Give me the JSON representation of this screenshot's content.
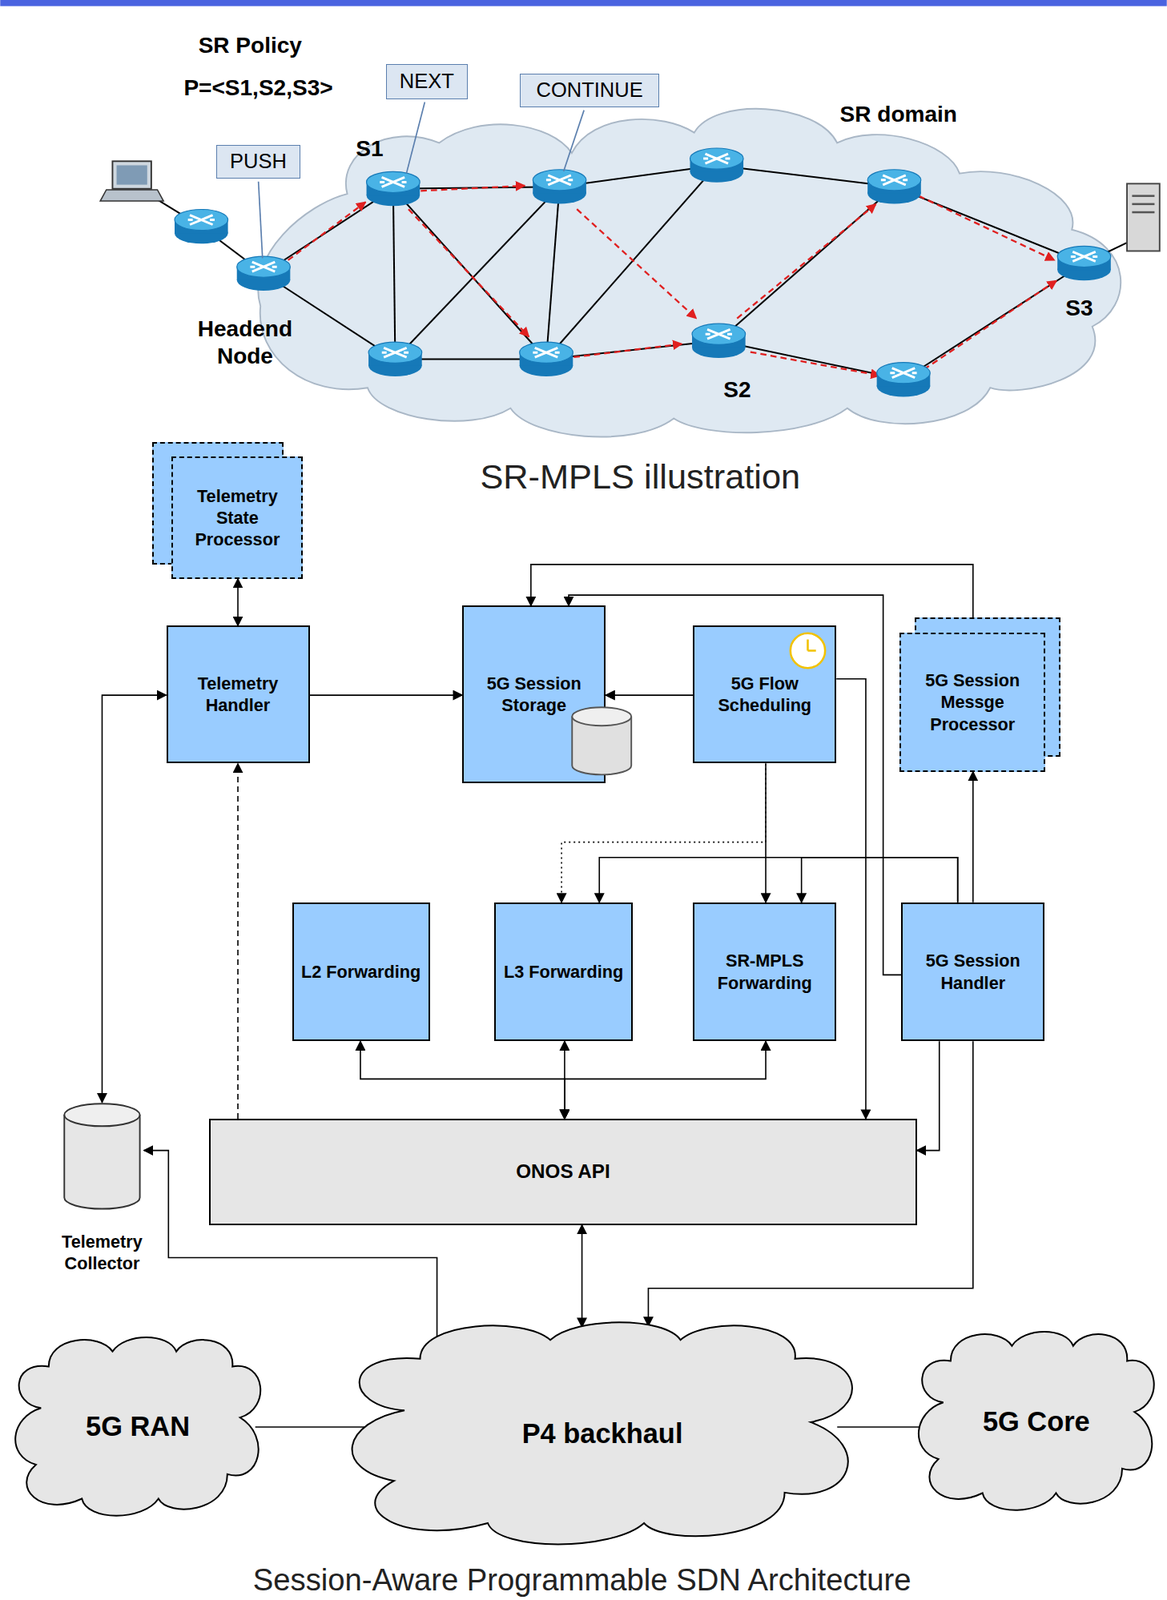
{
  "diagram": {
    "caption": "Session-Aware Programmable SDN Architecture",
    "nodes": [
      {
        "text": [
          "PUSH"
        ]
      },
      {
        "text": [
          "NEXT"
        ]
      },
      {
        "text": [
          "CONTINUE"
        ]
      },
      {
        "text": [
          "Telemetry State Processor"
        ]
      },
      {
        "text": [
          "Telemetry Handler"
        ]
      },
      {
        "text": [
          "5G Session Storage"
        ]
      },
      {
        "text": [
          "5G Flow Scheduling"
        ]
      },
      {
        "text": [
          "5G Session Messge Processor"
        ]
      },
      {
        "text": [
          "L2 Forwarding"
        ]
      },
      {
        "text": [
          "L3 Forwarding"
        ]
      },
      {
        "text": [
          "SR-MPLS Forwarding"
        ]
      },
      {
        "text": [
          "5G Session Handler"
        ]
      },
      {
        "text": [
          "ONOS API"
        ]
      },
      {
        "text": [
          "Telemetry Collector"
        ]
      },
      {
        "text": [
          "5G RAN"
        ]
      },
      {
        "text": [
          "P4 backhaul"
        ]
      },
      {
        "text": [
          "5G Core"
        ]
      }
    ],
    "edges": [
      {
        "from": 3,
        "to": 4,
        "arrow": "both"
      },
      {
        "from": 4,
        "to": 5,
        "arrow": "to"
      },
      {
        "from": 6,
        "to": 5,
        "arrow": "to"
      },
      {
        "from": 7,
        "to": 5,
        "arrow": "to"
      },
      {
        "from": 11,
        "to": 5,
        "arrow": "to"
      },
      {
        "from": 11,
        "to": 7,
        "arrow": "to"
      },
      {
        "from": 6,
        "to": 9,
        "arrow": "to"
      },
      {
        "from": 6,
        "to": 10,
        "arrow": "to"
      },
      {
        "from": 11,
        "to": 9,
        "arrow": "to"
      },
      {
        "from": 11,
        "to": 10,
        "arrow": "to"
      },
      {
        "from": 6,
        "to": 12,
        "arrow": "to"
      },
      {
        "from": 11,
        "to": 12,
        "arrow": "to"
      },
      {
        "from": 11,
        "to": 15,
        "arrow": "to"
      },
      {
        "from": 8,
        "to": 12,
        "arrow": "both"
      },
      {
        "from": 9,
        "to": 12,
        "arrow": "both"
      },
      {
        "from": 10,
        "to": 12,
        "arrow": "both"
      },
      {
        "from": 12,
        "to": 15,
        "arrow": "both"
      },
      {
        "from": 12,
        "to": 4,
        "arrow": "to"
      },
      {
        "from": 4,
        "to": 13,
        "arrow": "both"
      },
      {
        "from": 15,
        "to": 13,
        "arrow": "to"
      },
      {
        "from": 14,
        "to": 15,
        "arrow": "none"
      },
      {
        "from": 15,
        "to": 16,
        "arrow": "none"
      }
    ],
    "labels": [
      "SR Policy",
      "P=<S1,S2,S3>",
      "S1",
      "SR domain",
      "Headend Node",
      "S2",
      "S3",
      "SR-MPLS illustration"
    ]
  }
}
